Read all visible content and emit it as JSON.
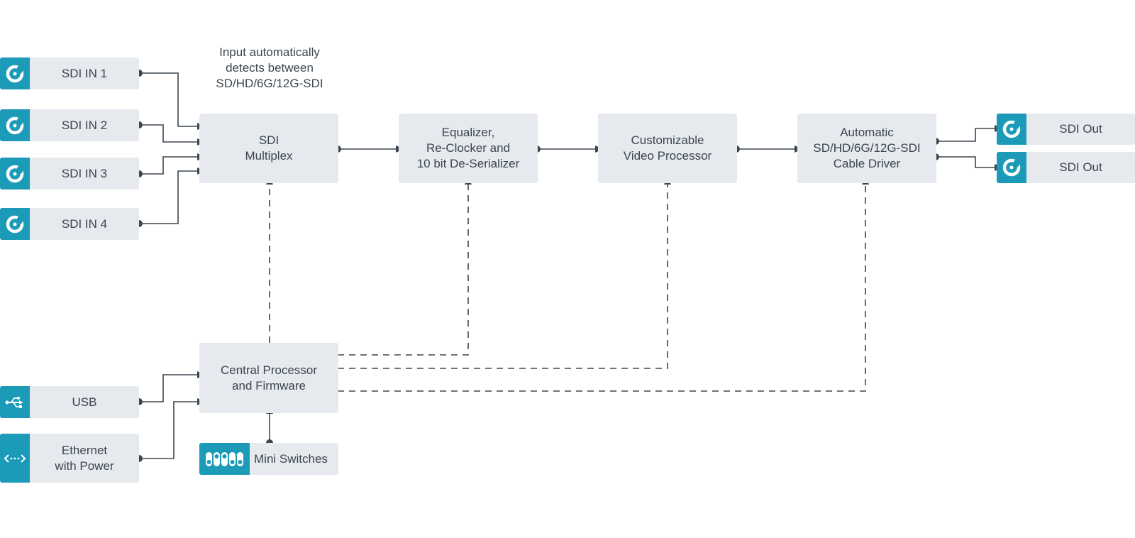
{
  "note": {
    "line1": "Input automatically",
    "line2": "detects between",
    "line3": "SD/HD/6G/12G-SDI"
  },
  "inputs": [
    {
      "label": "SDI IN 1",
      "icon": "bnc-connector-icon"
    },
    {
      "label": "SDI IN 2",
      "icon": "bnc-connector-icon"
    },
    {
      "label": "SDI IN 3",
      "icon": "bnc-connector-icon"
    },
    {
      "label": "SDI IN 4",
      "icon": "bnc-connector-icon"
    }
  ],
  "blocks": {
    "multiplex": {
      "line1": "SDI",
      "line2": "Multiplex"
    },
    "equalizer": {
      "line1": "Equalizer,",
      "line2": "Re-Clocker and",
      "line3": "10 bit De-Serializer"
    },
    "video_processor": {
      "line1": "Customizable",
      "line2": "Video Processor"
    },
    "cable_driver": {
      "line1": "Automatic",
      "line2": "SD/HD/6G/12G-SDI",
      "line3": "Cable Driver"
    },
    "central_processor": {
      "line1": "Central Processor",
      "line2": "and Firmware"
    }
  },
  "outputs": [
    {
      "label": "SDI Out",
      "icon": "bnc-connector-icon"
    },
    {
      "label": "SDI Out",
      "icon": "bnc-connector-icon"
    }
  ],
  "control_inputs": {
    "usb": {
      "label": "USB",
      "icon": "usb-icon"
    },
    "ethernet": {
      "line1": "Ethernet",
      "line2": "with Power",
      "icon": "ethernet-icon"
    },
    "mini_switches": {
      "label": "Mini Switches",
      "icon": "dip-switch-icon"
    }
  },
  "colors": {
    "accent": "#1b9bb8",
    "block_fill": "#e6e9ed",
    "line": "#3b4650"
  }
}
